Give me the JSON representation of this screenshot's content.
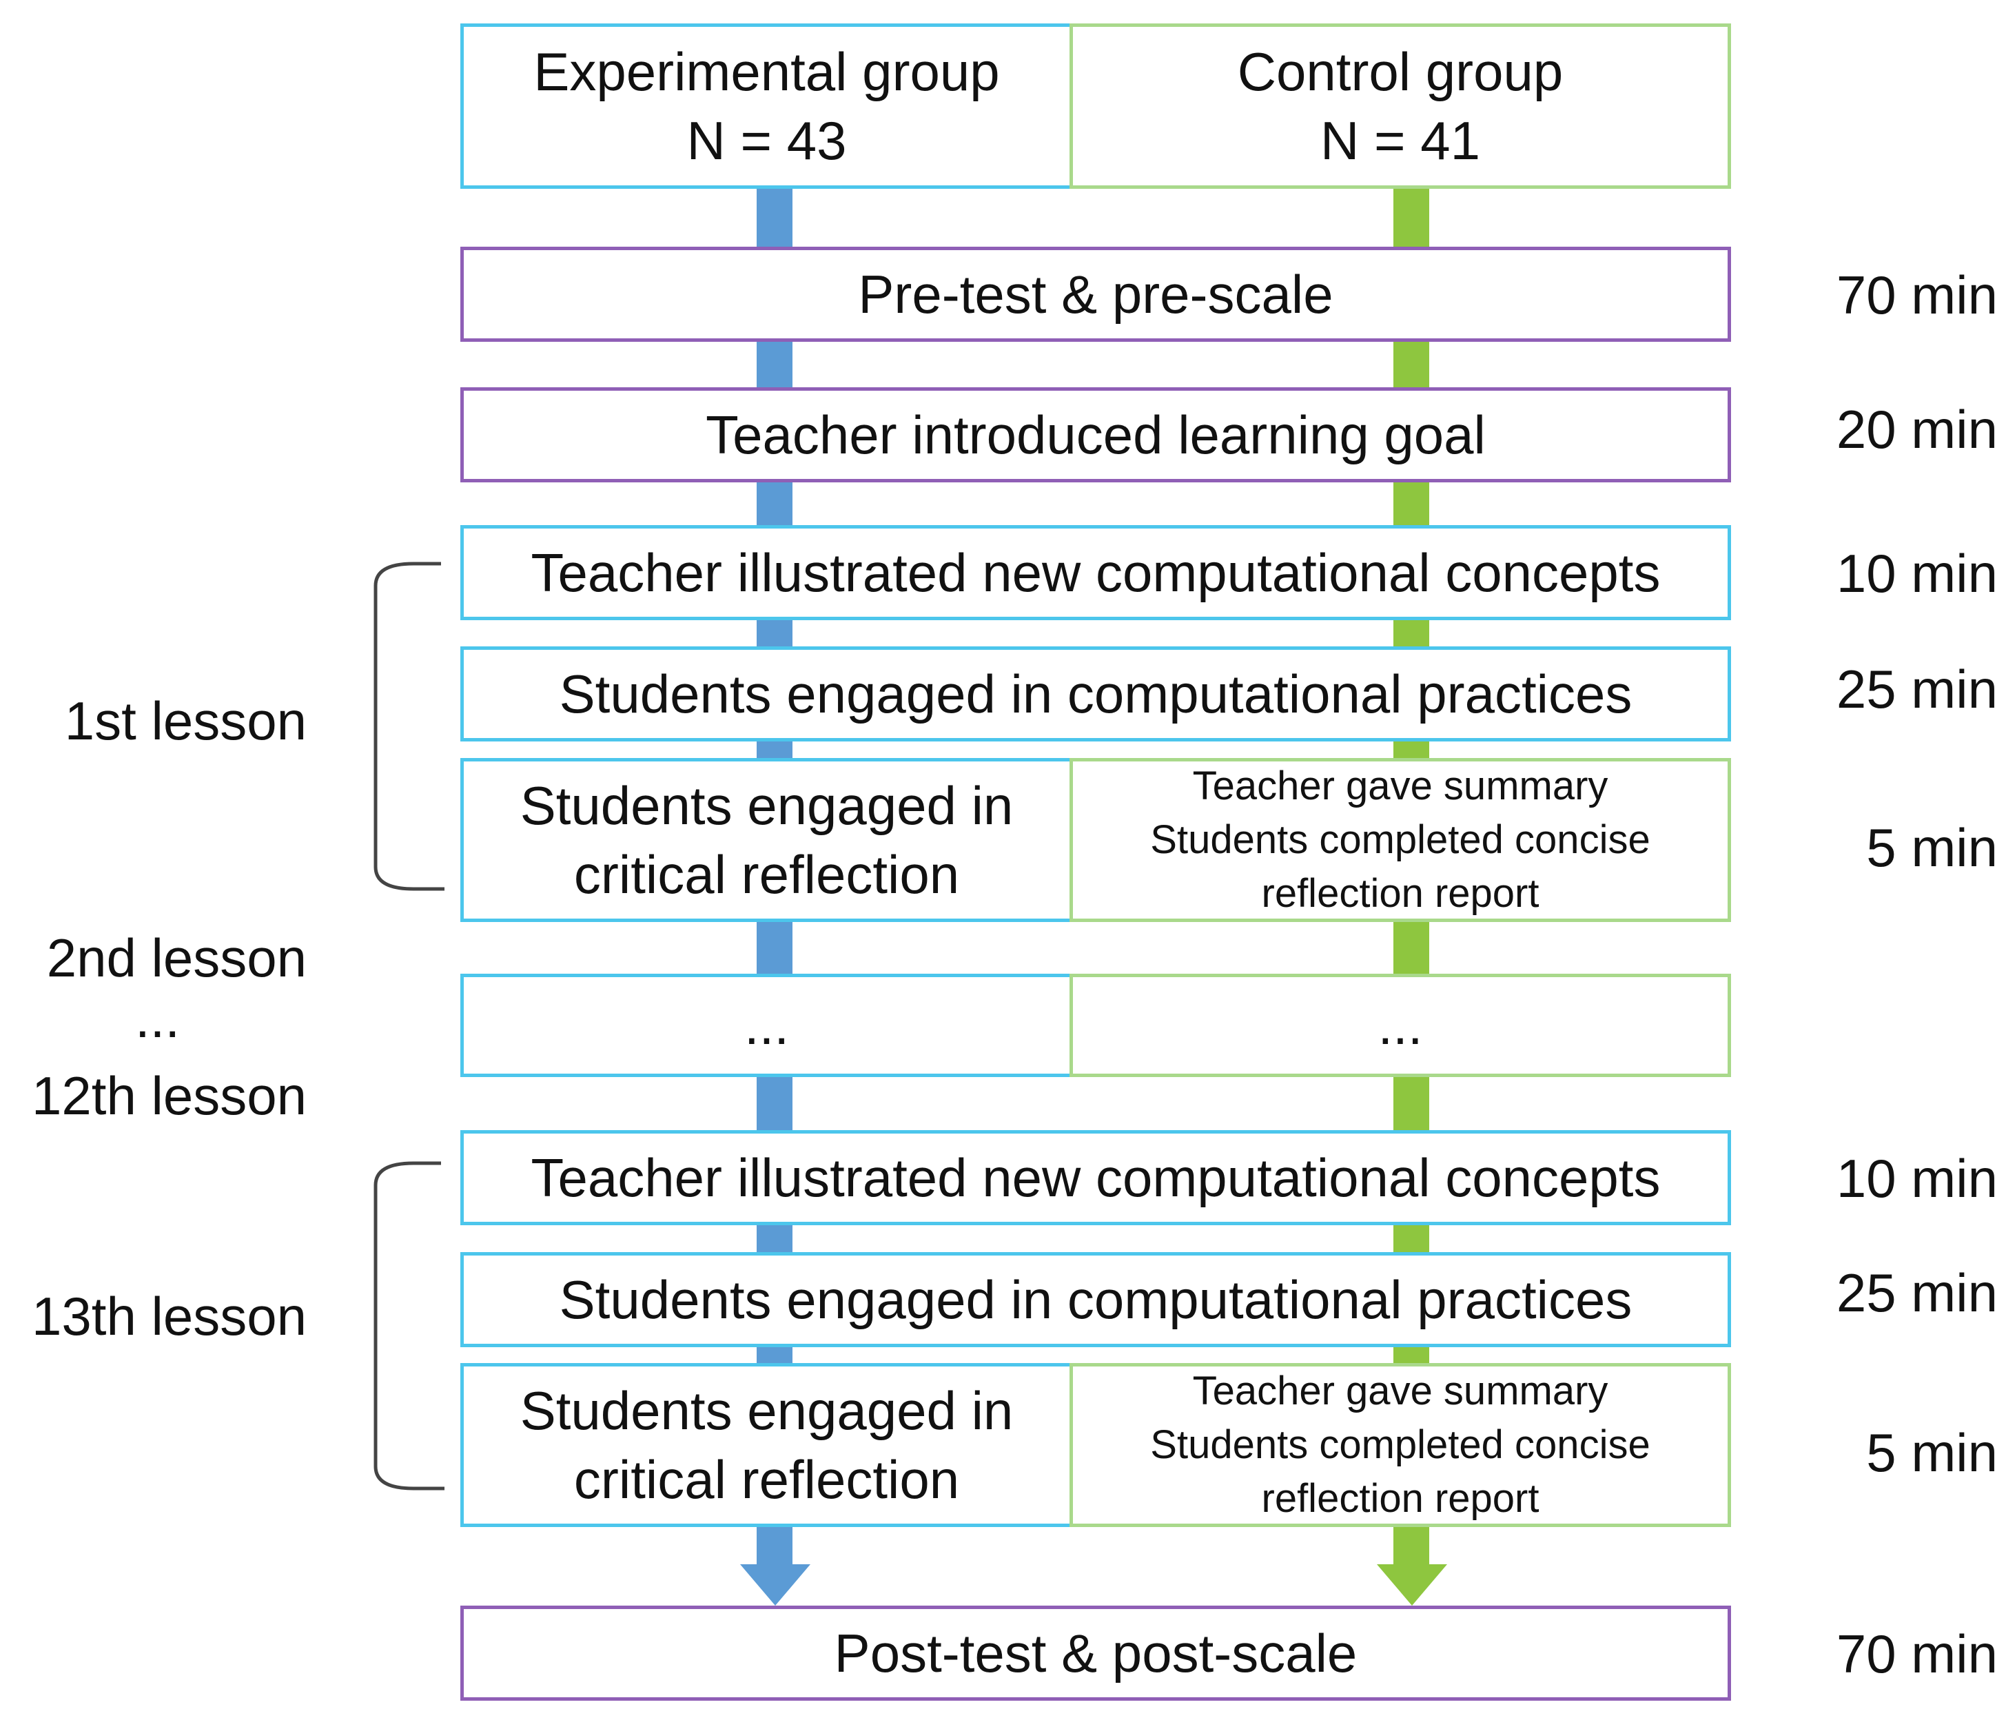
{
  "colors": {
    "experimental_border": "#4cc6ec",
    "control_border": "#a9d98b",
    "common_border": "#8f5fb6",
    "experimental_arrow": "#5b9bd5",
    "control_arrow": "#8ec63f"
  },
  "groups": {
    "experimental": {
      "name": "Experimental group",
      "n": "N = 43"
    },
    "control": {
      "name": "Control group",
      "n": "N = 41"
    }
  },
  "steps": {
    "pretest": {
      "label": "Pre-test & pre-scale",
      "time": "70 min"
    },
    "goal": {
      "label": "Teacher introduced learning goal",
      "time": "20 min"
    },
    "lesson1": {
      "concepts": {
        "label": "Teacher illustrated new computational concepts",
        "time": "10 min"
      },
      "practices": {
        "label": "Students engaged in computational practices",
        "time": "25 min"
      },
      "reflection": {
        "experimental_line1": "Students engaged in",
        "experimental_line2": "critical reflection",
        "control_line1": "Teacher gave summary",
        "control_line2": "Students completed concise",
        "control_line3": "reflection report",
        "time": "5 min"
      }
    },
    "middle": {
      "experimental": "...",
      "control": "..."
    },
    "lesson13": {
      "concepts": {
        "label": "Teacher illustrated new computational concepts",
        "time": "10 min"
      },
      "practices": {
        "label": "Students engaged in computational practices",
        "time": "25 min"
      },
      "reflection": {
        "experimental_line1": "Students engaged in",
        "experimental_line2": "critical reflection",
        "control_line1": "Teacher gave summary",
        "control_line2": "Students completed concise",
        "control_line3": "reflection report",
        "time": "5 min"
      }
    },
    "posttest": {
      "label": "Post-test & post-scale",
      "time": "70 min"
    }
  },
  "lessons": {
    "first": "1st lesson",
    "second": "2nd lesson",
    "ellipsis": "...",
    "twelfth": "12th lesson",
    "thirteenth": "13th lesson"
  }
}
